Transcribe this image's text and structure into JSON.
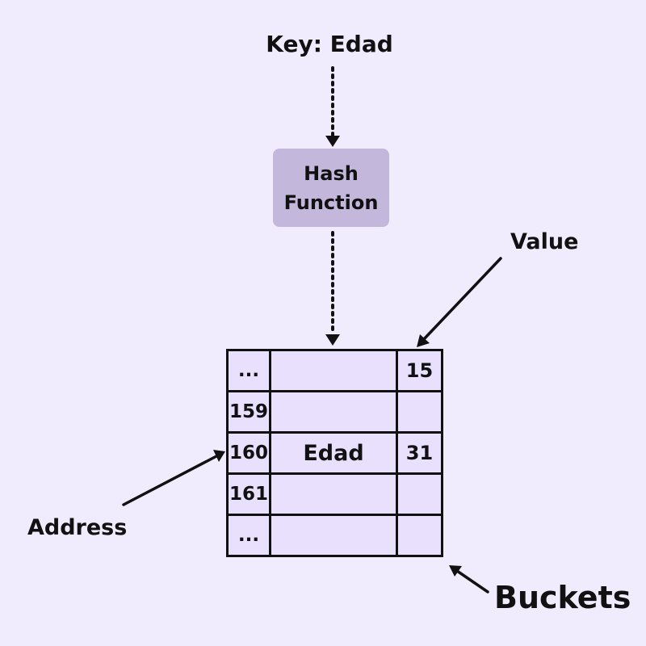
{
  "key_label": "Key: Edad",
  "hash_function": {
    "line1": "Hash",
    "line2": "Function"
  },
  "value_label": "Value",
  "address_label": "Address",
  "buckets_label": "Buckets",
  "buckets": [
    {
      "address": "...",
      "key": "",
      "value": "15"
    },
    {
      "address": "159",
      "key": "",
      "value": ""
    },
    {
      "address": "160",
      "key": "Edad",
      "value": "31"
    },
    {
      "address": "161",
      "key": "",
      "value": ""
    },
    {
      "address": "...",
      "key": "",
      "value": ""
    }
  ],
  "colors": {
    "background": "#f1ecfd",
    "hash_box": "#c3b8db",
    "table_fill": "#e9e0fd",
    "ink": "#111111"
  }
}
